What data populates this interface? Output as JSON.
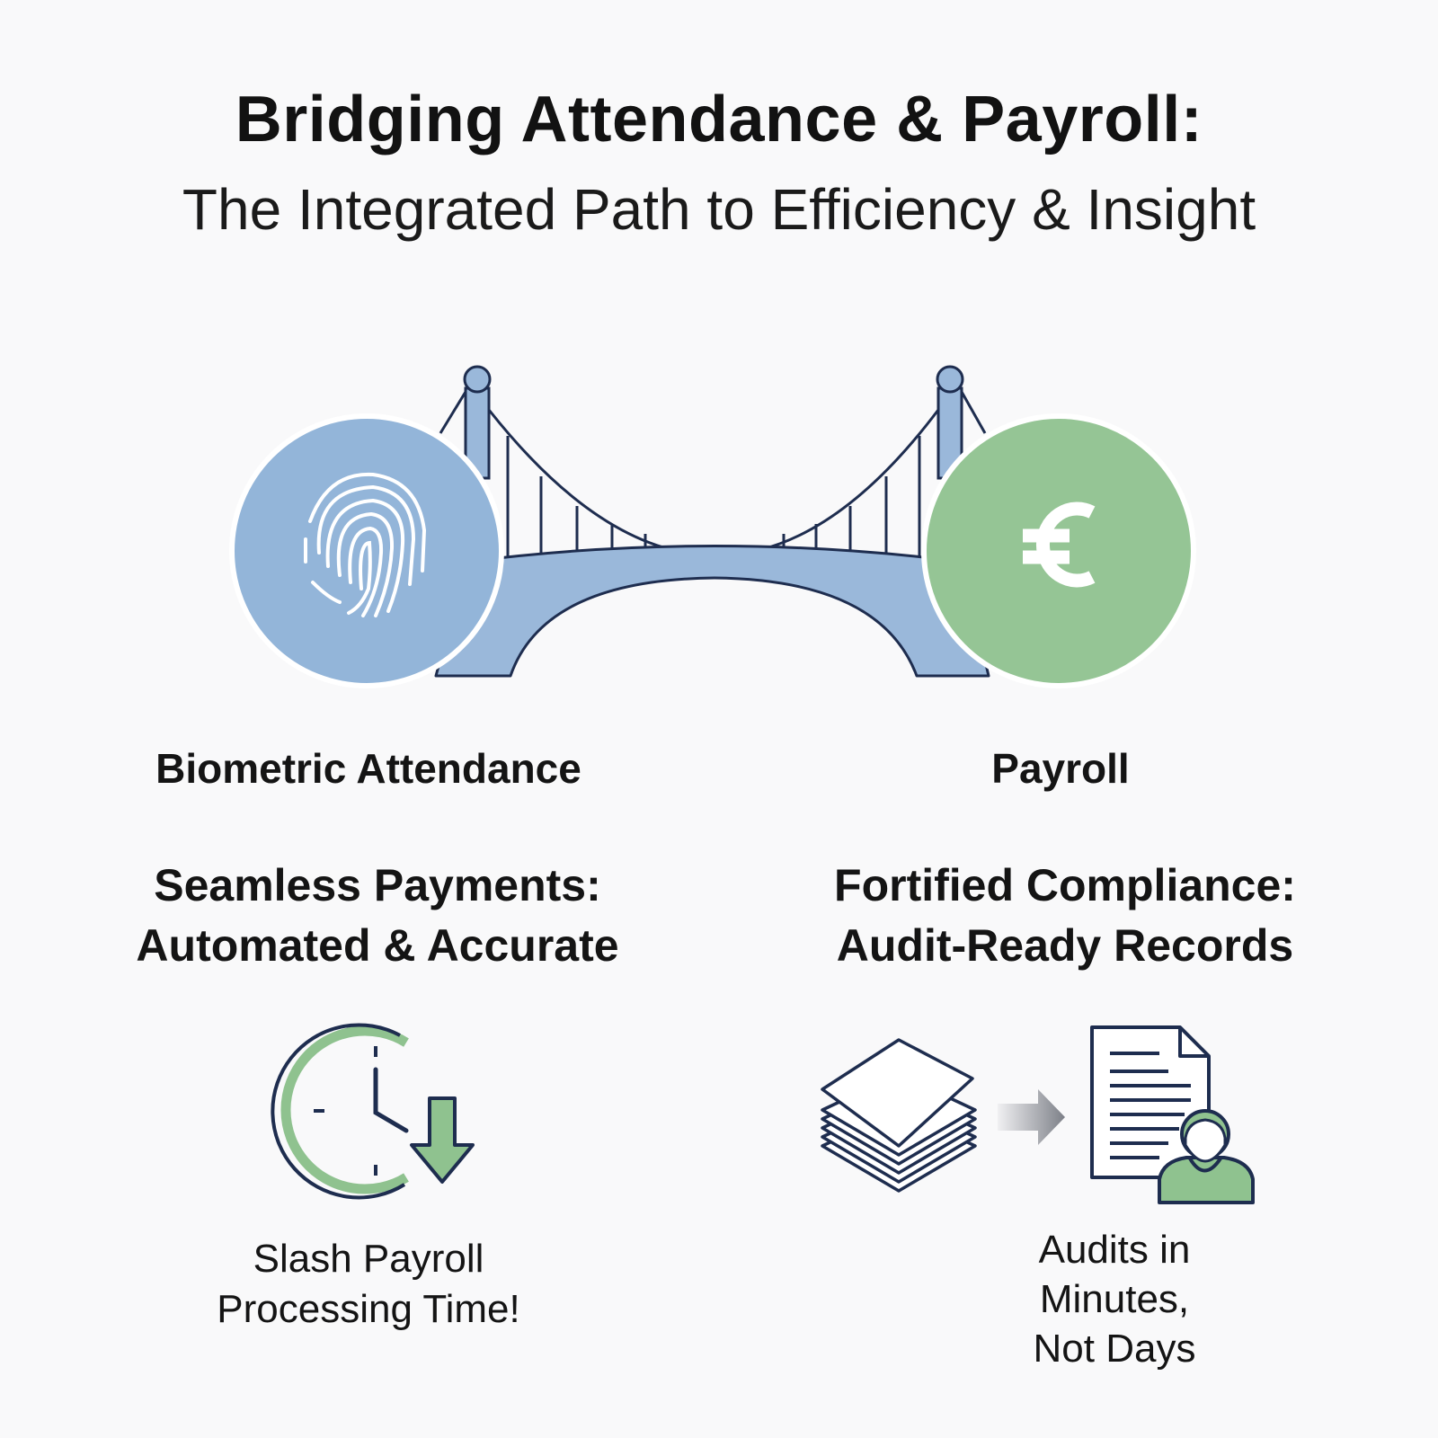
{
  "header": {
    "title": "Bridging Attendance & Payroll:",
    "subtitle": "The Integrated Path to Efficiency & Insight"
  },
  "bridge": {
    "left_node": {
      "label": "Biometric Attendance",
      "icon": "fingerprint-icon",
      "color": "#93b5d9"
    },
    "right_node": {
      "label": "Payroll",
      "icon": "euro-icon",
      "color": "#95c595"
    },
    "bridge_color": "#9ab8da",
    "line_color": "#1e2d4f"
  },
  "features": {
    "left": {
      "heading_line1": "Seamless Payments:",
      "heading_line2": "Automated & Accurate",
      "icon": "clock-down-arrow-icon",
      "note_line1": "Slash Payroll",
      "note_line2": "Processing Time!"
    },
    "right": {
      "heading_line1": "Fortified Compliance:",
      "heading_line2": "Audit-Ready Records",
      "icons": [
        "paper-stack-icon",
        "arrow-right-icon",
        "document-with-person-icon"
      ],
      "note_line1": "Audits in",
      "note_line2": "Minutes,",
      "note_line3": "Not Days"
    }
  },
  "colors": {
    "accent_green": "#8fc28f",
    "accent_blue": "#93b5d9",
    "dark_line": "#1e2d4f"
  }
}
